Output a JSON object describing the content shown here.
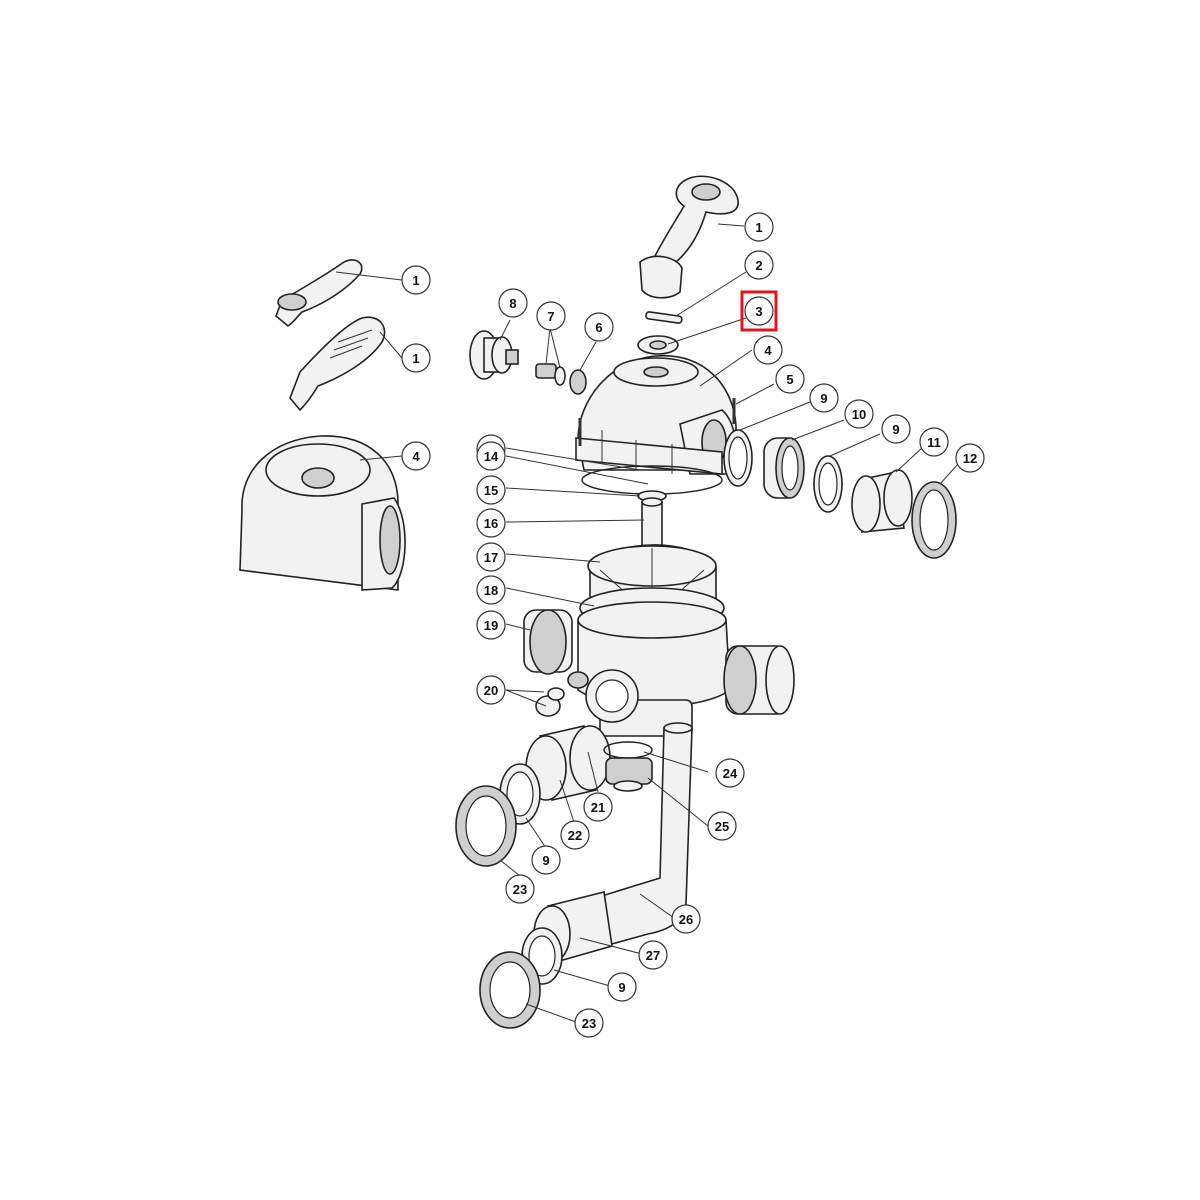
{
  "diagram": {
    "callouts": [
      {
        "id": "c1a",
        "label": "1"
      },
      {
        "id": "c2",
        "label": "2"
      },
      {
        "id": "c3",
        "label": "3",
        "highlighted": true
      },
      {
        "id": "c4a",
        "label": "4"
      },
      {
        "id": "c5",
        "label": "5"
      },
      {
        "id": "c9a",
        "label": "9"
      },
      {
        "id": "c10",
        "label": "10"
      },
      {
        "id": "c9b",
        "label": "9"
      },
      {
        "id": "c11",
        "label": "11"
      },
      {
        "id": "c12",
        "label": "12"
      },
      {
        "id": "c1b",
        "label": "1"
      },
      {
        "id": "c1c",
        "label": "1"
      },
      {
        "id": "c4b",
        "label": "4"
      },
      {
        "id": "c8",
        "label": "8"
      },
      {
        "id": "c7",
        "label": "7"
      },
      {
        "id": "c6",
        "label": "6"
      },
      {
        "id": "c13",
        "label": "13"
      },
      {
        "id": "c14",
        "label": "14"
      },
      {
        "id": "c15",
        "label": "15"
      },
      {
        "id": "c16",
        "label": "16"
      },
      {
        "id": "c17",
        "label": "17"
      },
      {
        "id": "c18",
        "label": "18"
      },
      {
        "id": "c19",
        "label": "19"
      },
      {
        "id": "c20",
        "label": "20"
      },
      {
        "id": "c24",
        "label": "24"
      },
      {
        "id": "c21",
        "label": "21"
      },
      {
        "id": "c25",
        "label": "25"
      },
      {
        "id": "c22",
        "label": "22"
      },
      {
        "id": "c9c",
        "label": "9"
      },
      {
        "id": "c23a",
        "label": "23"
      },
      {
        "id": "c26",
        "label": "26"
      },
      {
        "id": "c27",
        "label": "27"
      },
      {
        "id": "c9d",
        "label": "9"
      },
      {
        "id": "c23b",
        "label": "23"
      }
    ],
    "highlight_color": "#e0141e",
    "line_color": "#222222"
  }
}
